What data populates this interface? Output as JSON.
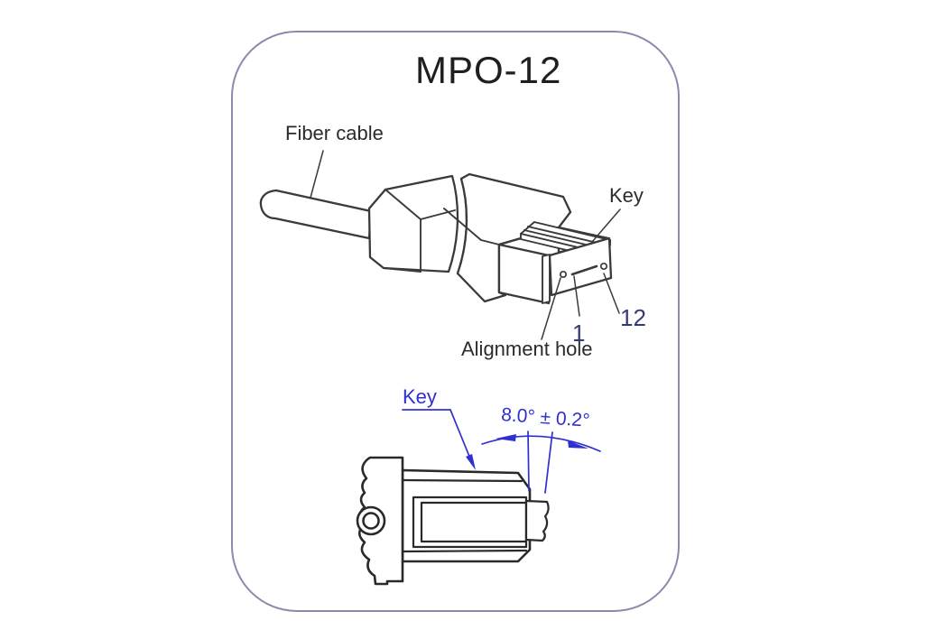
{
  "title": "MPO-12",
  "top_view": {
    "labels": {
      "fiber_cable": "Fiber cable",
      "key": "Key",
      "alignment_hole": "Alignment hole",
      "first_fiber": "1",
      "last_fiber": "12"
    }
  },
  "side_view": {
    "labels": {
      "key": "Key",
      "angle": "8.0° ± 0.2°"
    }
  },
  "colors": {
    "line_art": "#3a3a3a",
    "label_text": "#2b2b2b",
    "dimension_blue": "#3030cf",
    "fiber_number_navy": "#333a78",
    "frame_border": "#8a8aad",
    "background": "#ffffff"
  }
}
